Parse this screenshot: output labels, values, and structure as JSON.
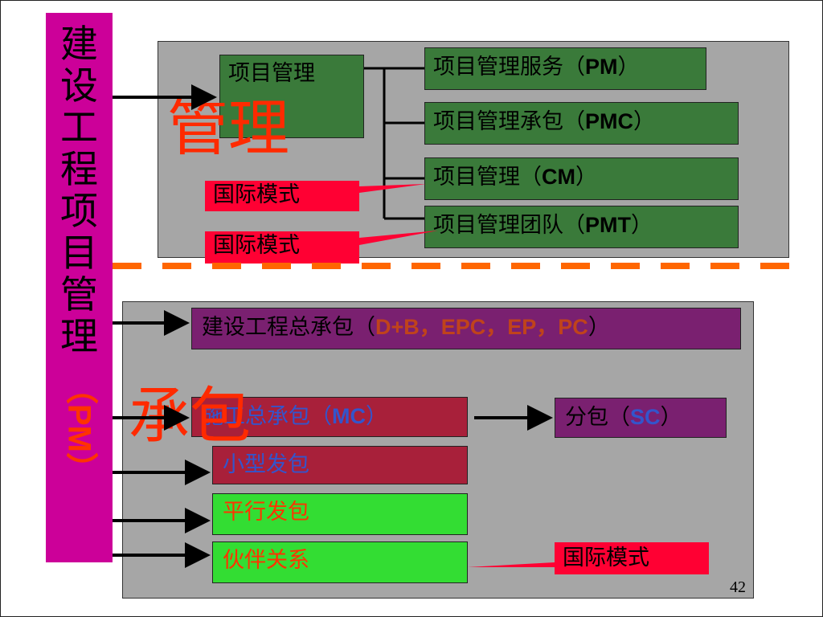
{
  "title_vertical": {
    "chars": [
      "建",
      "设",
      "工",
      "程",
      "项",
      "目",
      "管",
      "理"
    ],
    "suffix": "（PM）"
  },
  "management": {
    "big_label": "管理",
    "root": "项目管理",
    "items": [
      {
        "prefix": "项目管理服务（",
        "code": "PM",
        "suffix": "）"
      },
      {
        "prefix": "项目管理承包（",
        "code": "PMC",
        "suffix": "）"
      },
      {
        "prefix": "项目管理（",
        "code": "CM",
        "suffix": "）"
      },
      {
        "prefix": "项目管理团队（",
        "code": "PMT",
        "suffix": "）"
      }
    ],
    "tags": [
      "国际模式",
      "国际模式"
    ]
  },
  "contracting": {
    "big_label": "承包",
    "epc": {
      "prefix": "建设工程总承包（",
      "codes": "D+B，EPC，EP，PC",
      "suffix": "）"
    },
    "mc": {
      "prefix": "施工总承包（",
      "code": "MC",
      "suffix": "）"
    },
    "sc": {
      "prefix": "分包（",
      "code": "SC",
      "suffix": "）"
    },
    "small": "小型发包",
    "parallel": "平行发包",
    "partner": "伙伴关系",
    "tag": "国际模式"
  },
  "page_number": "42",
  "colors": {
    "magenta_bar": "#cc0099",
    "panel_gray": "#a6a6a6",
    "dark_green": "#3a7a3a",
    "purple": "#7a2070",
    "crimson": "#a8203a",
    "light_green": "#33dd33",
    "red_tag": "#ff0033",
    "orange_accent": "#ff2a00",
    "dashed_line": "#ff6600"
  }
}
